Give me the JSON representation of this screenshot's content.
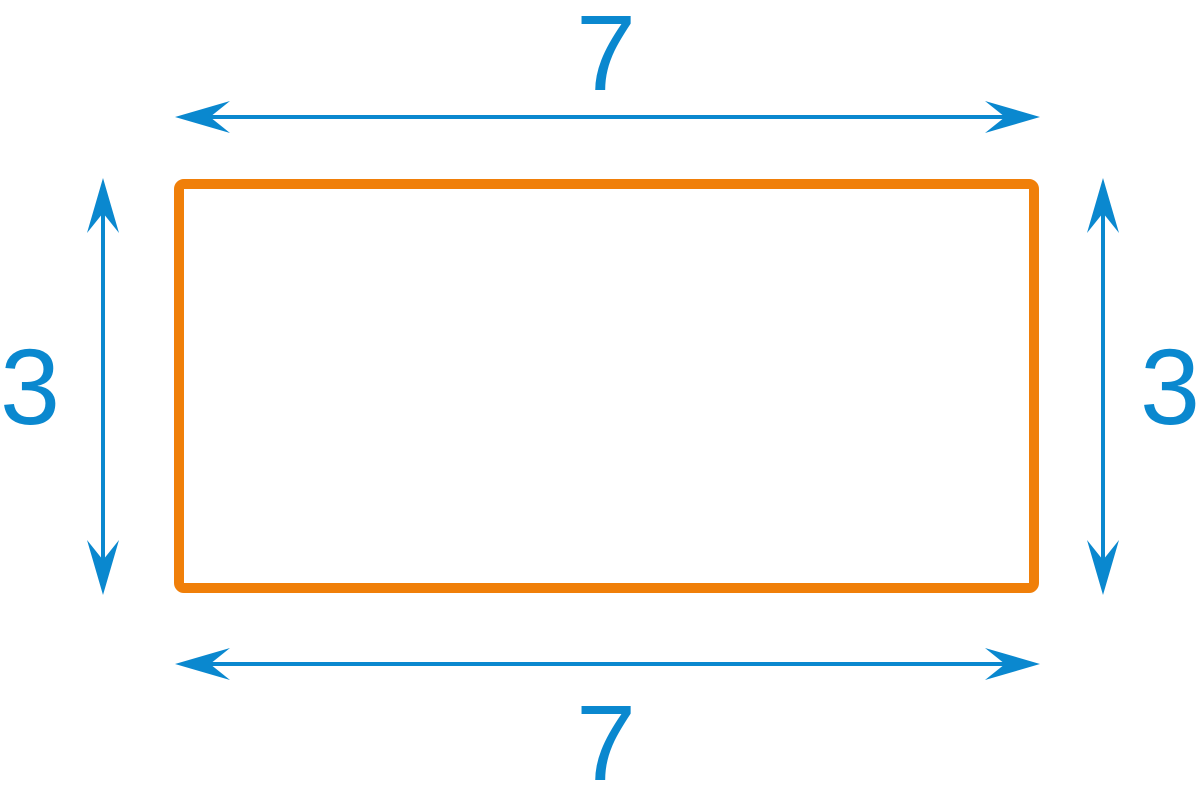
{
  "diagram": {
    "shape": "rectangle",
    "labels": {
      "top": "7",
      "bottom": "7",
      "left": "3",
      "right": "3"
    }
  },
  "colors": {
    "shape_outline": "#F07F09",
    "dimension": "#0A88CF",
    "background": "#FFFFFF"
  }
}
